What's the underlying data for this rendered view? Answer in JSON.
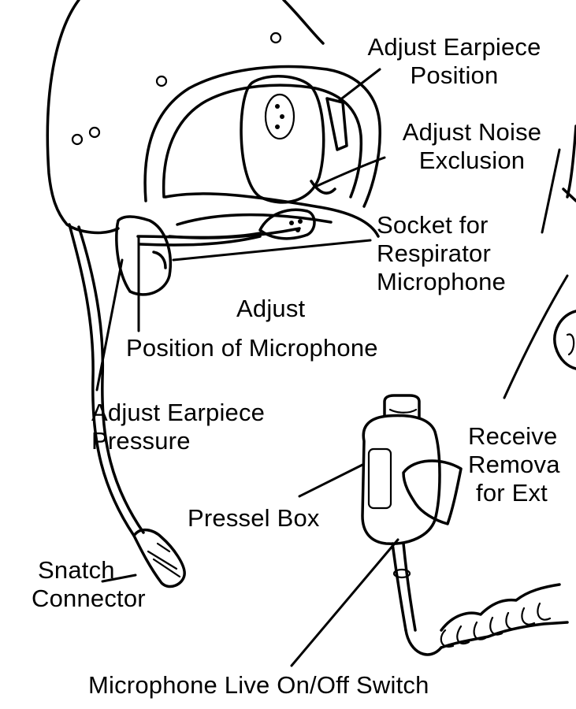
{
  "labels": {
    "adjust_earpiece_position": [
      "Adjust Earpiece",
      "Position"
    ],
    "adjust_noise_exclusion": [
      "Adjust Noise",
      "Exclusion"
    ],
    "socket_for_respirator_microphone": [
      "Socket for",
      "Respirator",
      "Microphone"
    ],
    "adjust_position_of_microphone": [
      "Adjust",
      "Position of Microphone"
    ],
    "adjust_earpiece_pressure": [
      "Adjust Earpiece",
      "Pressure"
    ],
    "receiver_partial": [
      "Receive",
      "Remova",
      "for Ext"
    ],
    "pressel_box": "Pressel Box",
    "snatch_connector": [
      "Snatch",
      "Connector"
    ],
    "microphone_live_switch": "Microphone Live On/Off Switch"
  },
  "colors": {
    "ink": "#000000",
    "paper": "#ffffff"
  }
}
